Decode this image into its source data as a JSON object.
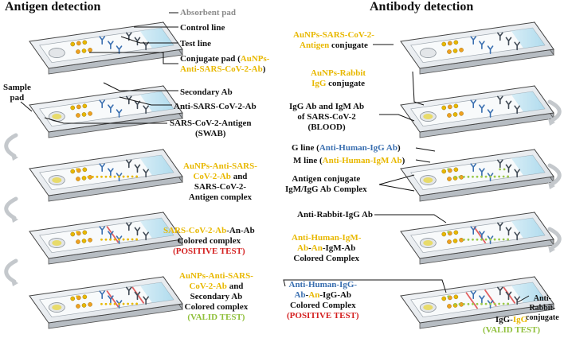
{
  "colors": {
    "gold": "#e8b800",
    "red": "#d42020",
    "green": "#8fbf3a",
    "blue": "#3a6fb0",
    "grey": "#8a8a8a",
    "line": "#111111"
  },
  "left": {
    "title": "Antigen detection",
    "absorbent_pad": "Absorbent pad",
    "control_line": "Control line",
    "test_line": "Test line",
    "conjugate_pad_a": "Conjugate pad (",
    "conjugate_pad_b": "AuNPs-",
    "conjugate_pad_c": "Anti-SARS-CoV-2-Ab",
    "conjugate_pad_d": ")",
    "sample_pad_1": "Sample",
    "sample_pad_2": "pad",
    "secondary_ab": "Secondary Ab",
    "anti_sars_ab": "Anti-SARS-CoV-2-Ab",
    "sars_antigen": "SARS-CoV-2-Antigen",
    "swab": "(SWAB)",
    "complex_1": "AuNPs-Anti-SARS-",
    "complex_2": "CoV-2-Ab",
    "complex_2b": " and",
    "complex_3": "SARS-CoV-2-",
    "complex_4": "Antigen complex",
    "pos_1a": "SARS-CoV-2-Ab",
    "pos_1b": "-An-Ab",
    "pos_2": "Colored complex",
    "pos_3": "(POSITIVE TEST)",
    "valid_1": "AuNPs-Anti-SARS-",
    "valid_2": "CoV-2-Ab",
    "valid_2b": " and",
    "valid_3": "Secondary Ab",
    "valid_4": "Colored complex",
    "valid_5": "(VALID TEST)"
  },
  "right": {
    "title": "Antibody detection",
    "conj1_1": "AuNPs-SARS-CoV-2-",
    "conj1_2": "Antigen",
    "conj1_2b": " conjugate",
    "conj2_1": "AuNPs-Rabbit",
    "conj2_2": "IgG",
    "conj2_2b": " conjugate",
    "blood_1": "IgG Ab and IgM Ab",
    "blood_2": "of SARS-CoV-2",
    "blood_3": "(BLOOD)",
    "gline_a": "G line (",
    "gline_b": "Anti-Human-IgG Ab",
    "gline_c": ")",
    "mline_a": "M line (",
    "mline_b": "Anti-Human-IgM Ab",
    "mline_c": ")",
    "antigen_conj_1": "Antigen conjugate",
    "antigen_conj_2": "IgM/IgG Ab Complex",
    "anti_rabbit": "Anti-Rabbit-IgG Ab",
    "igm_1": "Anti-Human-IgM-",
    "igm_2a": "Ab",
    "igm_2b": "-",
    "igm_2c": "An",
    "igm_2d": "-IgM-Ab",
    "igm_3": "Colored Complex",
    "igg_1": "Anti-Human-IgG-",
    "igg_2a": "Ab",
    "igg_2b": "-",
    "igg_2c": "An",
    "igg_2d": "-IgG-Ab",
    "igg_3": "Colored Complex",
    "igg_4": "(POSITIVE TEST)",
    "rabbit_1": "Anti-",
    "rabbit_2": "Rabbit-",
    "rabbit_3": "conjugate",
    "iggigg_a": "IgG-",
    "iggigg_b": "IgG",
    "valid": "(VALID TEST)"
  }
}
